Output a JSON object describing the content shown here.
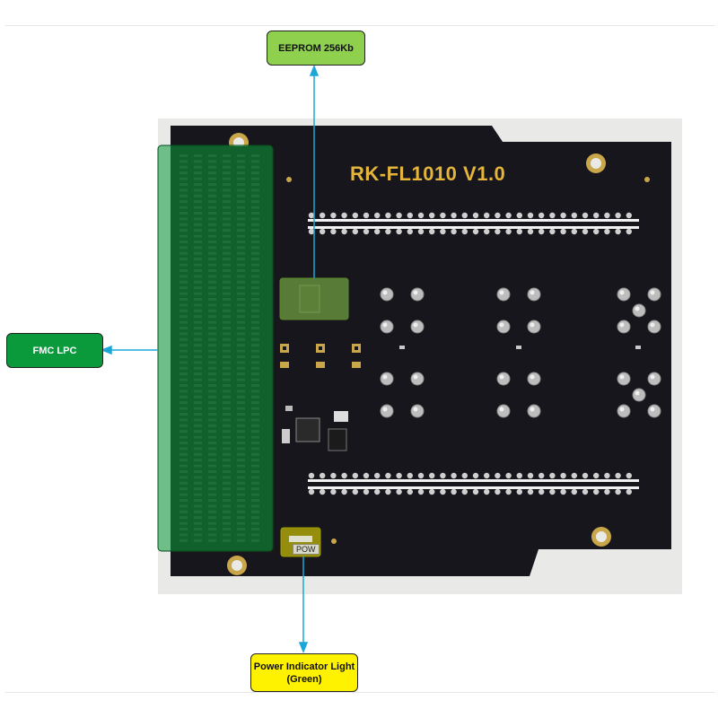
{
  "board": {
    "silkscreen_title": "RK-FL1010 V1.0",
    "pow_marking": "POW"
  },
  "callouts": {
    "eeprom": "EEPROM 256Kb",
    "fmc": "FMC LPC",
    "power": "Power Indicator Light (Green)"
  },
  "colors": {
    "board": "#16161c",
    "silkscreen": "#e4b53a",
    "arrow": "#1aa7d8",
    "eeprom_highlight": "#8fd14f",
    "fmc_highlight": "#0a9a3c",
    "power_highlight": "#fff200"
  }
}
